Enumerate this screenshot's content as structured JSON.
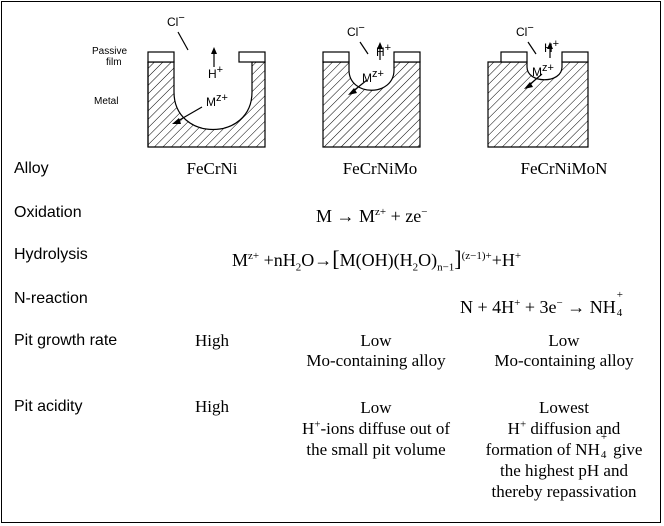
{
  "diagram": {
    "passive_film_label_1": "Passive",
    "passive_film_label_2": "film",
    "metal_label": "Metal",
    "ion_chloride": "Cl",
    "ion_chloride_charge": "−",
    "ion_hydrogen": "H",
    "ion_hydrogen_charge": "+",
    "ion_metal": "M",
    "ion_metal_charge": "z+"
  },
  "rows": {
    "alloy": {
      "label": "Alloy",
      "cols": [
        "FeCrNi",
        "FeCrNiMo",
        "FeCrNiMoN"
      ]
    },
    "oxidation": {
      "label": "Oxidation",
      "eq_m": "M",
      "eq_arrow": "→",
      "eq_mz": "M",
      "eq_mz_sup": "z+",
      "eq_rest": "+ ze",
      "eq_rest_sup": "−"
    },
    "hydrolysis": {
      "label": "Hydrolysis",
      "p1": "M",
      "p1_sup": "z+",
      "p2": "+nH",
      "p2_sub": "2",
      "p3": "O",
      "arrow": "→",
      "lb": "[",
      "p4": "M(OH)(H",
      "p4_sub": "2",
      "p5": "O)",
      "p5_sub": "n−1",
      "rb": "]",
      "p6_sup": "(z−1)+",
      "p7": "+H",
      "p7_sup": "+"
    },
    "nreaction": {
      "label": "N-reaction",
      "p1": "N + 4H",
      "p1_sup": "+",
      "p2": "+ 3e",
      "p2_sup": "−",
      "arrow": "→",
      "p3": "NH",
      "p3_sup": "+",
      "p3_sub": "4"
    },
    "pit_growth": {
      "label": "Pit growth rate",
      "c1": "High",
      "c2_l1": "Low",
      "c2_l2": "Mo-containing alloy",
      "c3_l1": "Low",
      "c3_l2": "Mo-containing alloy"
    },
    "pit_acidity": {
      "label": "Pit acidity",
      "c1": "High",
      "c2_l1": "Low",
      "c2_l2_a": "H",
      "c2_l2_sup": "+",
      "c2_l2_b": "-ions diffuse out of",
      "c2_l3": "the small pit volume",
      "c3_l1": "Lowest",
      "c3_l2_a": "H",
      "c3_l2_sup": "+",
      "c3_l2_b": " diffusion and",
      "c3_l3_a": "formation of NH",
      "c3_l3_sup": "+",
      "c3_l3_sub": "4",
      "c3_l3_b": " give",
      "c3_l4": "the highest pH and",
      "c3_l5": "thereby repassivation"
    }
  }
}
